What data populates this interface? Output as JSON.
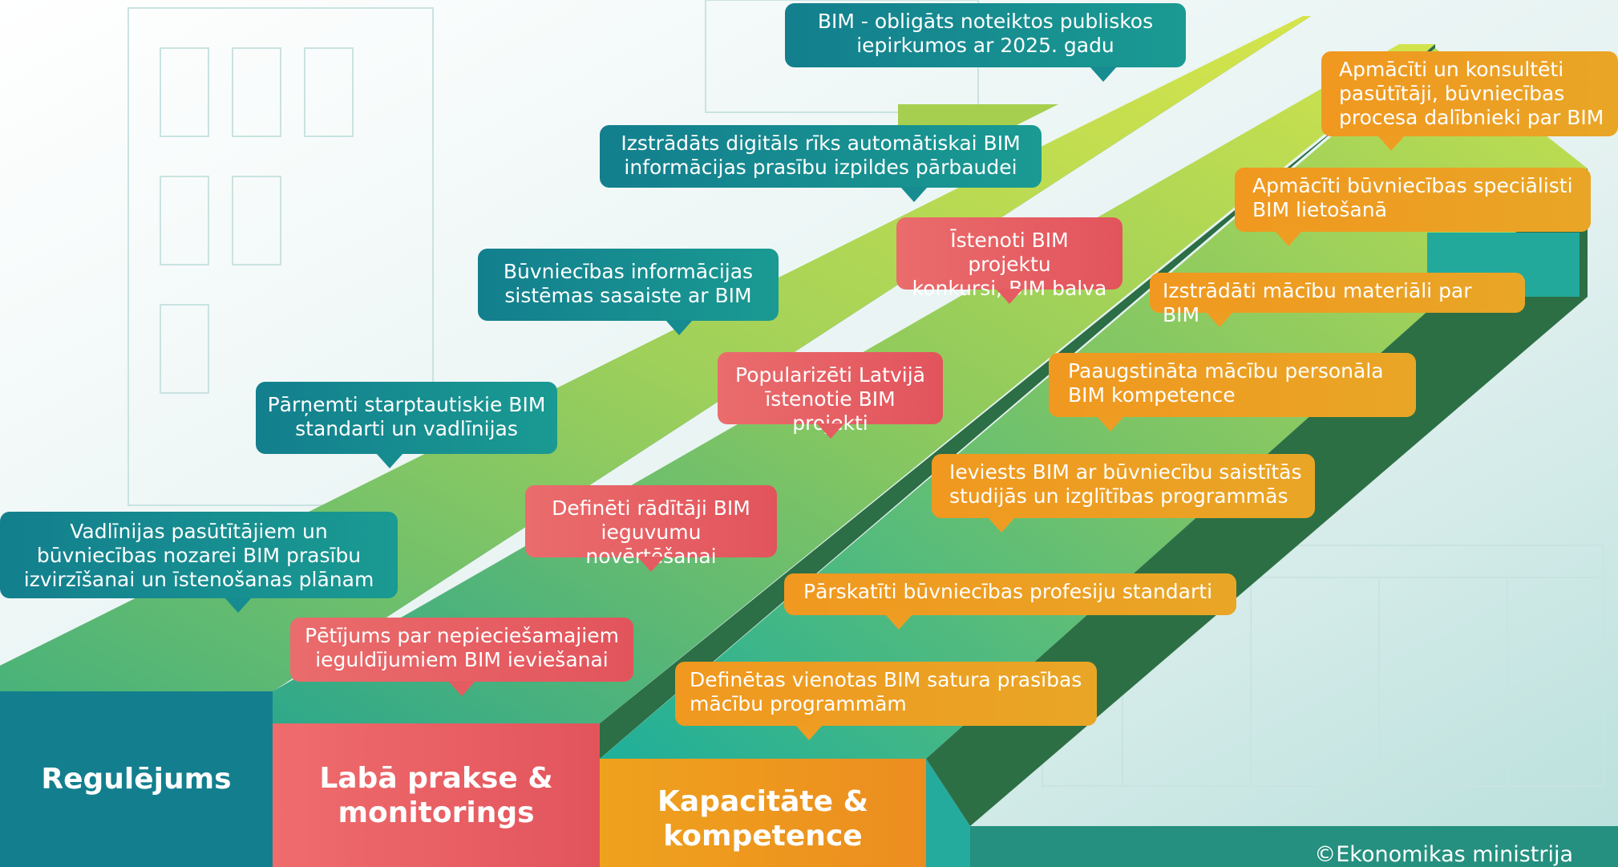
{
  "columns": {
    "regulejums": "Regulējums",
    "laba_prakse": "Labā prakse &\nmonitorings",
    "kapacitate": "Kapacitāte &\nkompetence"
  },
  "regulation_items": [
    "BIM - obligāts noteiktos publiskos\niepirkumos ar 2025. gadu",
    "Izstrādāts digitāls rīks automātiskai BIM\ninformācijas prasību izpildes pārbaudei",
    "Būvniecības informācijas\nsistēmas sasaiste ar BIM",
    "Pārņemti starptautiskie BIM\nstandarti un vadlīnijas",
    "Vadlīnijas pasūtītājiem un\nbūvniecības nozarei BIM prasību\nizvirzīšanai un īstenošanas plānam"
  ],
  "practice_items": [
    "Īstenoti BIM projektu\nkonkursi, BIM balva",
    "Popularizēti Latvijā\nīstenotie BIM projekti",
    "Definēti rādītāji BIM\nieguvumu novērtēšanai",
    "Pētījums par nepieciešamajiem\nieguldījumiem BIM ieviešanai"
  ],
  "capacity_items": [
    "Apmācīti un konsultēti\npasūtītāji, būvniecības\nprocesa dalībnieki par BIM",
    "Apmācīti būvniecības speciālisti\nBIM lietošanā",
    "Izstrādāti mācību materiāli par BIM",
    "Paaugstināta mācību personāla\nBIM kompetence",
    "Ieviests BIM ar būvniecību saistītās\nstudijās un izglītības programmās",
    "Pārskatīti būvniecības profesiju standarti",
    "Definētas vienotas BIM satura prasības\nmācību programmām"
  ],
  "credit": "©Ekonomikas ministrija",
  "colors": {
    "teal": "#137f8e",
    "red": "#e2545c",
    "orange": "#f0981f",
    "lime": "#c8e04c",
    "dark_green": "#2f7a4a"
  }
}
